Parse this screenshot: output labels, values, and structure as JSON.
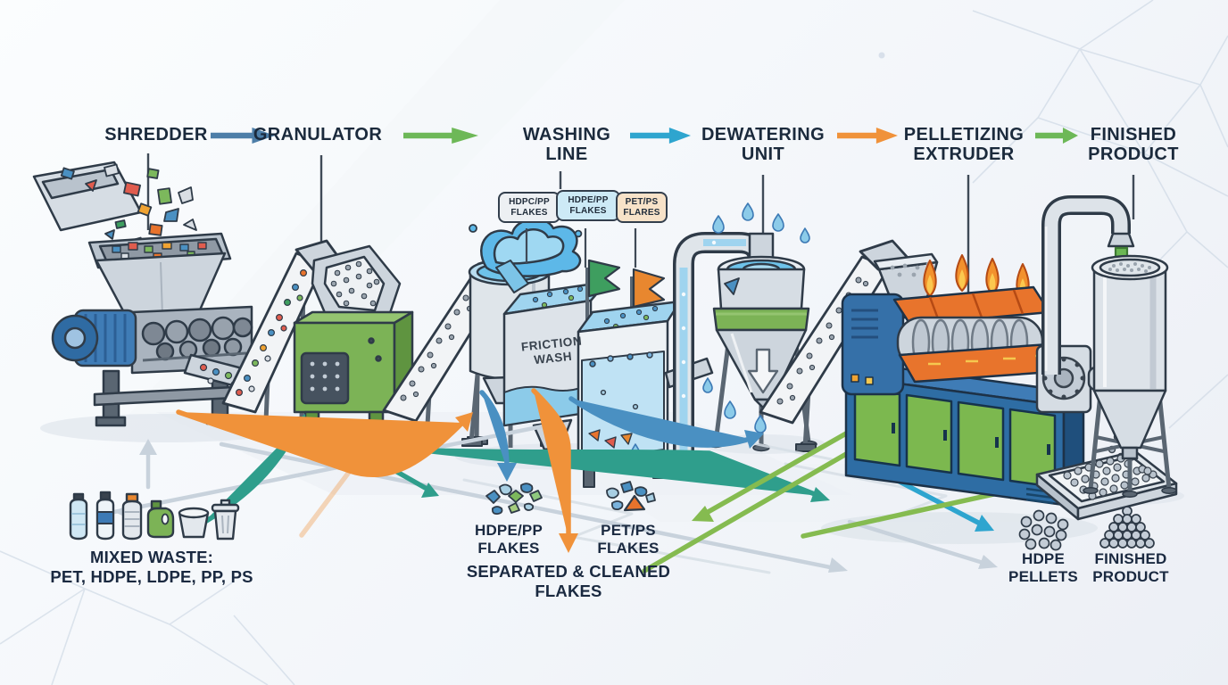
{
  "title_row": {
    "stages": [
      {
        "label": "SHREDDER"
      },
      {
        "label": "GRANULATOR"
      },
      {
        "label": "WASHING LINE"
      },
      {
        "label": "DEWATERING UNIT"
      },
      {
        "label": "PELLETIZING EXTRUDER"
      },
      {
        "label": "FINISHED PRODUCT"
      }
    ],
    "arrow_colors": [
      "#4d7ea8",
      "#6db857",
      "#2ea5cf",
      "#f0923a",
      "#6db857"
    ]
  },
  "flake_tags": {
    "tag1": "HDPC/PP FLAKES",
    "tag2": "HDPE/PP FLAKES",
    "tag3": "PET/PS FLARES"
  },
  "machine_labels": {
    "friction_wash": "FRICTION WASH"
  },
  "annotations": {
    "mixed_waste_title": "MIXED WASTE:",
    "mixed_waste_materials": "PET, HDPE, LDPE, PP, PS",
    "hdpe_pp_flakes": "HDPE/PP FLAKES",
    "pet_ps_flakes": "PET/PS FLAKES",
    "separated_cleaned": "SEPARATED & CLEANED FLAKES",
    "hdpe_pellets": "HDPE PELLETS",
    "finished_product": "FINISHED PRODUCT"
  },
  "colors": {
    "header_text": "#1b2a3c",
    "arrow_blue": "#4d7ea8",
    "arrow_green": "#6db857",
    "arrow_cyan": "#2ea5cf",
    "arrow_orange": "#f0923a",
    "flow_teal": "#2f9e8c",
    "machine_green": "#7cb356",
    "motor_blue": "#3f7cb6",
    "extruder_blue": "#2e6da4",
    "heat_orange": "#e8742c",
    "water_blue": "#5db8e8"
  }
}
